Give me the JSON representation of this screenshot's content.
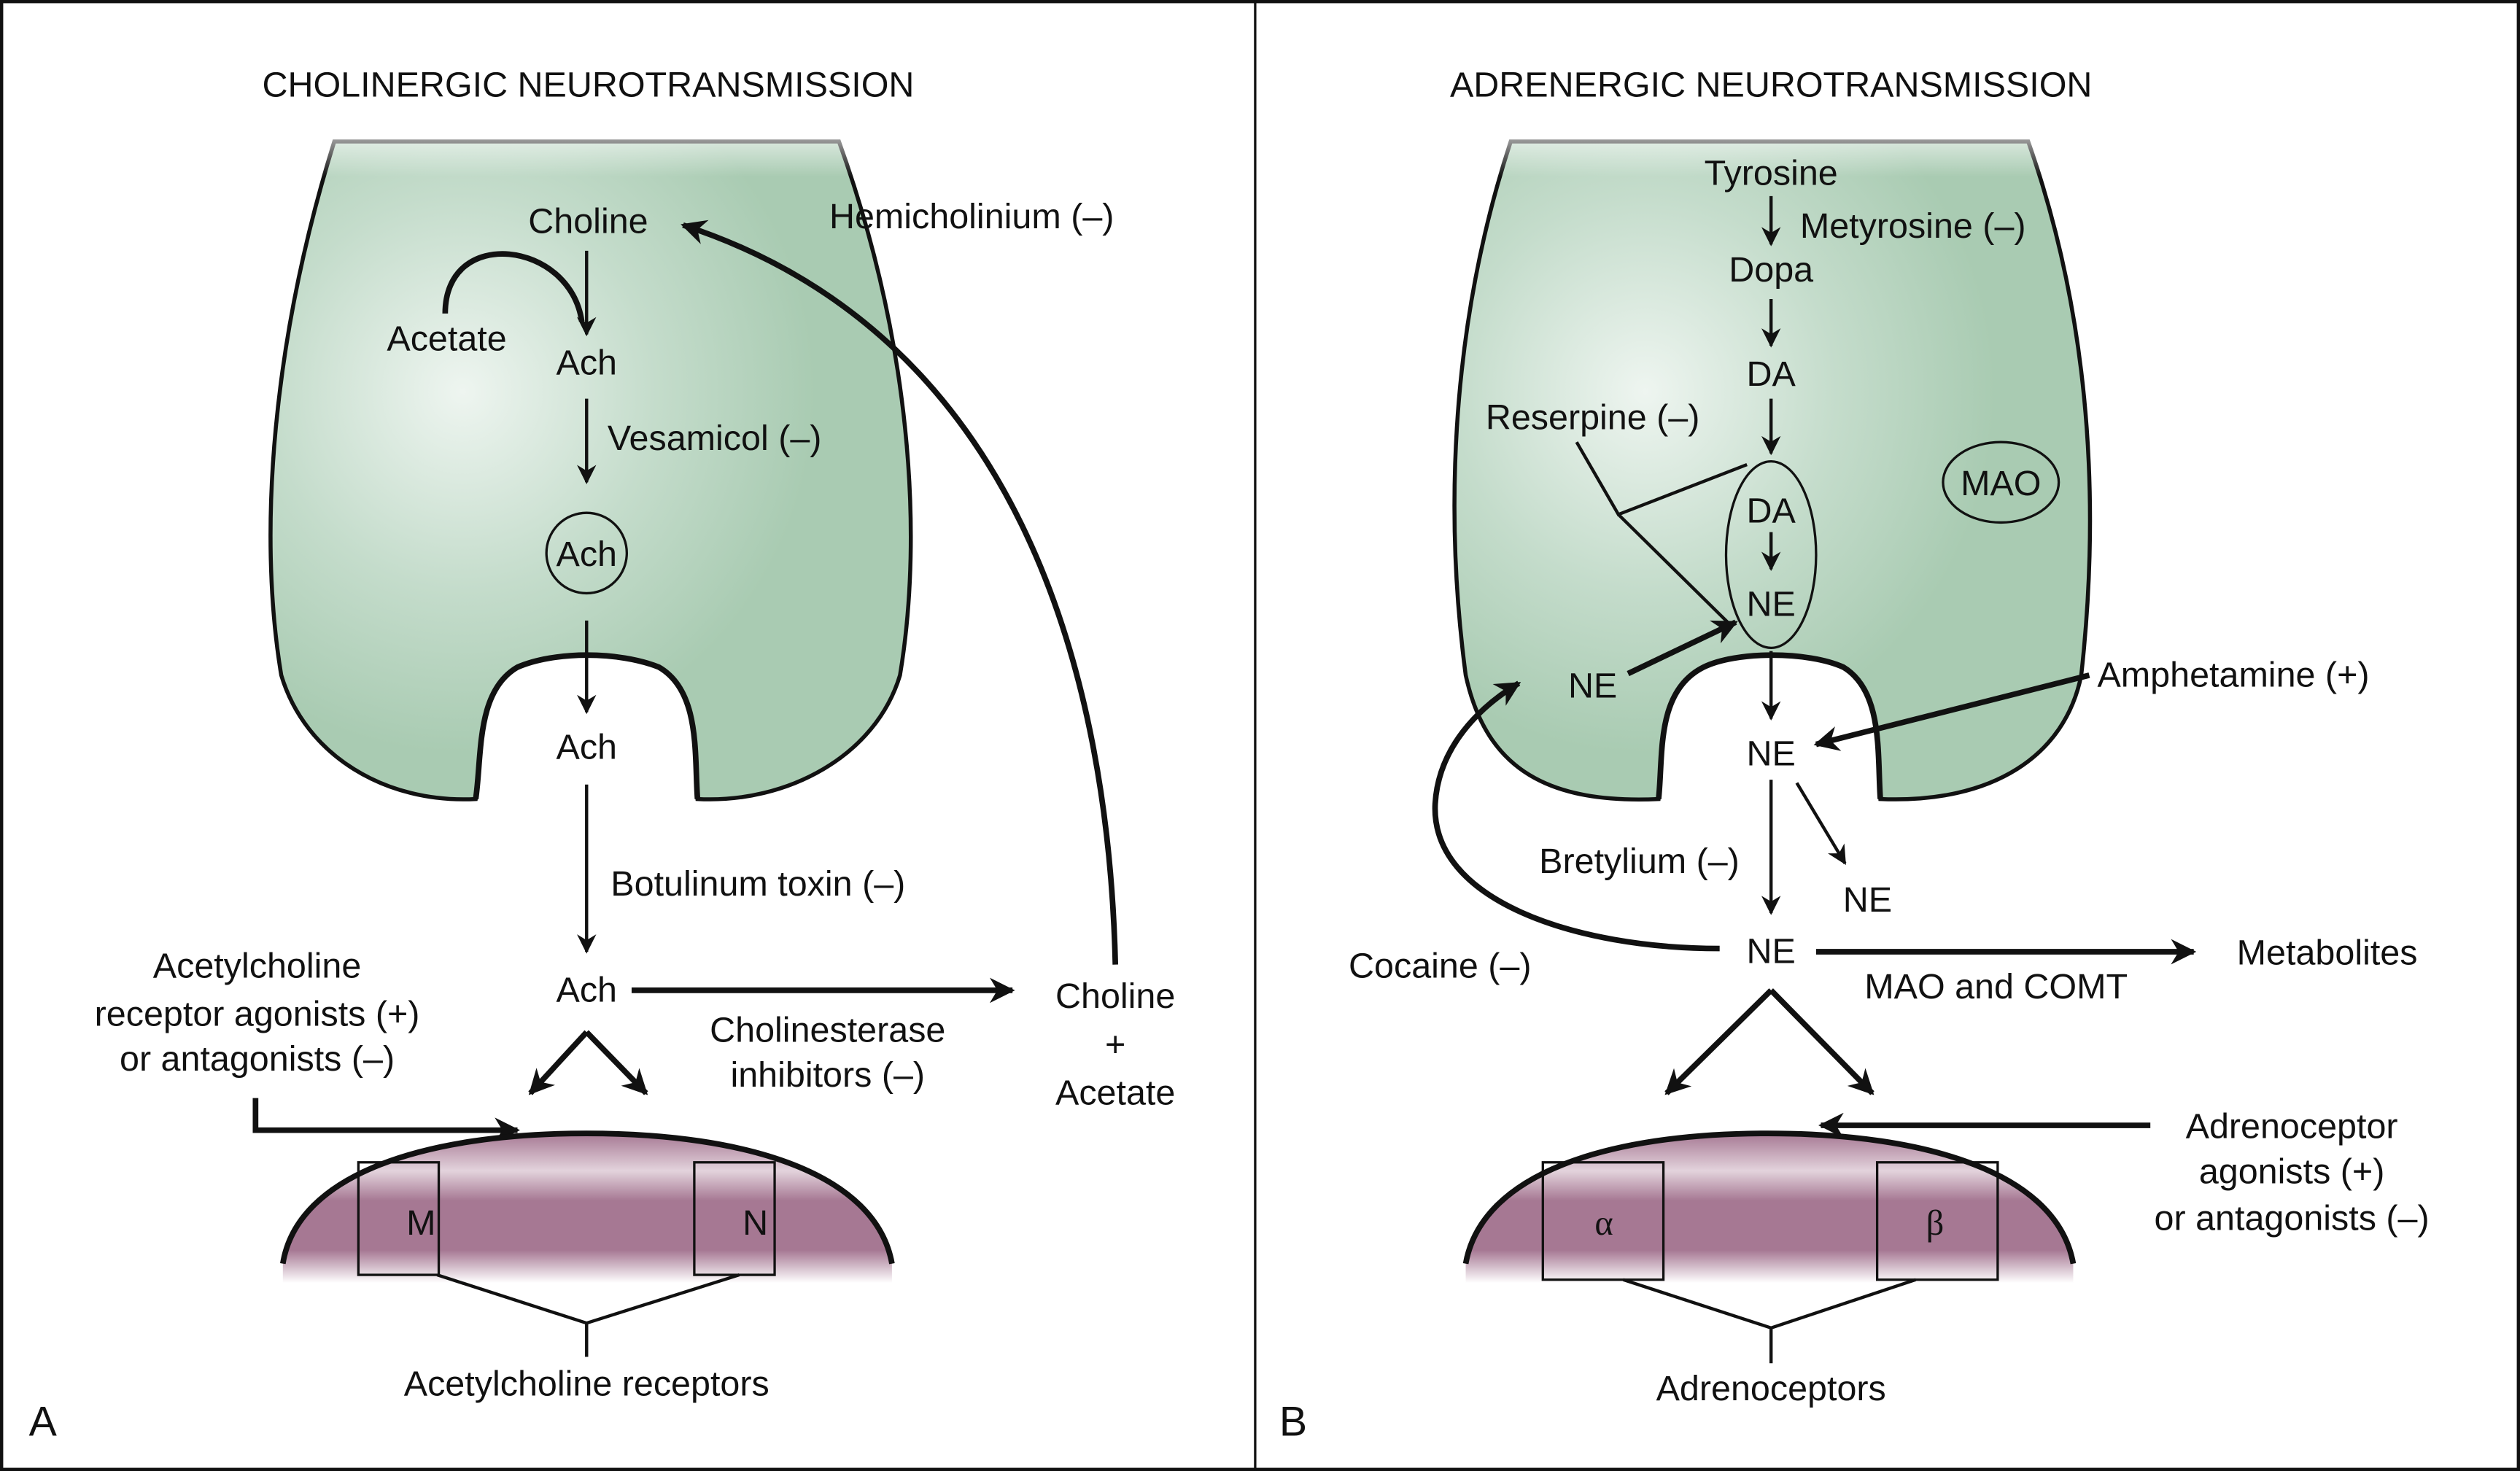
{
  "colors": {
    "neuron_fill": "#a9cbb2",
    "neuron_highlight": "#eef5f0",
    "receptor_fill": "#a67893",
    "receptor_highlight": "#e3d3dc",
    "line": "#111111"
  },
  "panel_a": {
    "letter": "A",
    "title": "CHOLINERGIC NEUROTRANSMISSION",
    "choline": "Choline",
    "hemicholinium": "Hemicholinium (–)",
    "acetate": "Acetate",
    "ach_synth": "Ach",
    "vesamicol": "Vesamicol (–)",
    "ach_vesicle": "Ach",
    "ach_release": "Ach",
    "botulinum": "Botulinum toxin (–)",
    "ach_cleft": "Ach",
    "agonists": [
      "Acetylcholine",
      "receptor agonists (+)",
      "or antagonists (–)"
    ],
    "cholinesterase": [
      "Cholinesterase",
      "inhibitors (–)"
    ],
    "products": [
      "Choline",
      "+",
      "Acetate"
    ],
    "receptor_m": "M",
    "receptor_n": "N",
    "receptors_label": "Acetylcholine receptors"
  },
  "panel_b": {
    "letter": "B",
    "title": "ADRENERGIC NEUROTRANSMISSION",
    "tyrosine": "Tyrosine",
    "metyrosine": "Metyrosine (–)",
    "dopa": "Dopa",
    "da": "DA",
    "reserpine": "Reserpine (–)",
    "mao_organelle": "MAO",
    "vesicle_da": "DA",
    "vesicle_ne": "NE",
    "ne_cytoplasm": "NE",
    "amphetamine": "Amphetamine (+)",
    "ne_release": "NE",
    "bretylium": "Bretylium (–)",
    "ne_side": "NE",
    "ne_cleft": "NE",
    "cocaine": "Cocaine (–)",
    "metabolites": "Metabolites",
    "mao_comt": "MAO and COMT",
    "adreno_agonists": [
      "Adrenoceptor",
      "agonists (+)",
      "or antagonists (–)"
    ],
    "receptor_alpha": "α",
    "receptor_beta": "β",
    "receptors_label": "Adrenoceptors"
  }
}
